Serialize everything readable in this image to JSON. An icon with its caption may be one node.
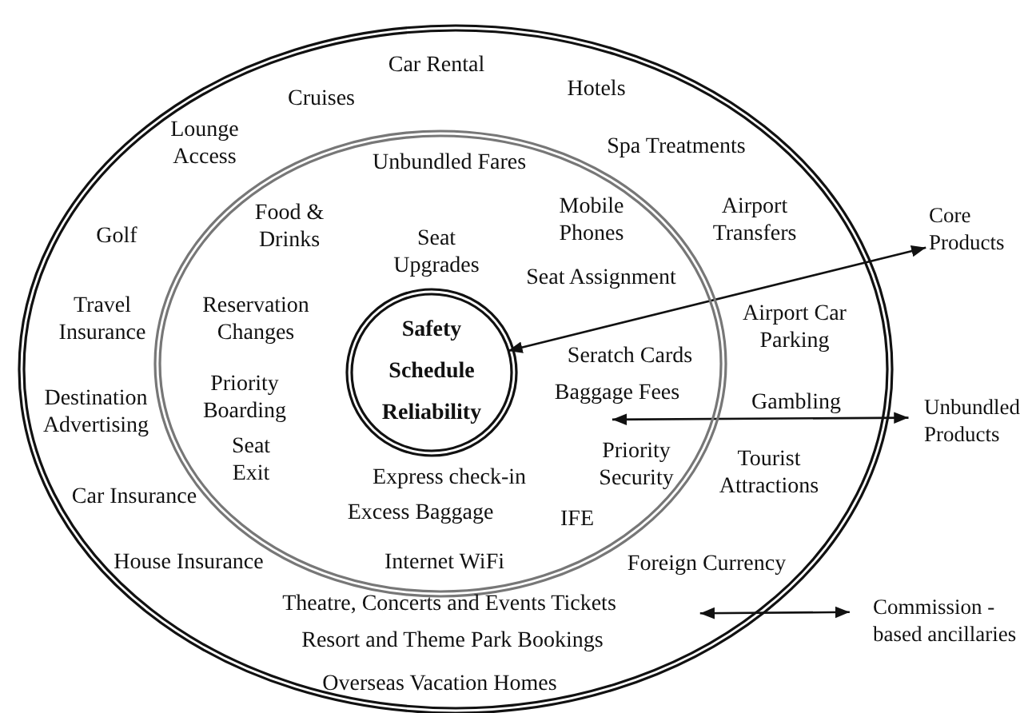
{
  "diagram": {
    "nodes": [
      {
        "text": [],
        "shape": "ellipse"
      },
      {
        "text": [],
        "shape": "ellipse",
        "in": 0
      },
      {
        "text": [
          "Safety",
          "Schedule",
          "Reliability"
        ],
        "in": 1
      },
      {
        "text": [
          "Core Products"
        ]
      },
      {
        "text": [
          "Unbundled Products"
        ]
      },
      {
        "text": [
          "Commission - based ancillaries"
        ]
      }
    ],
    "edges": [
      {
        "from": 2,
        "to": 3,
        "arrow": "both"
      },
      {
        "from": 1,
        "to": 4,
        "arrow": "both"
      },
      {
        "from": 0,
        "to": 5,
        "arrow": "both"
      }
    ],
    "labels": [
      "Car Rental",
      "Cruises",
      "Hotels",
      "Lounge Access",
      "Spa Treatments",
      "Unbundled Fares",
      "Food & Drinks",
      "Mobile Phones",
      "Airport Transfers",
      "Golf",
      "Seat Upgrades",
      "Seat Assignment",
      "Travel Insurance",
      "Reservation Changes",
      "Seratch Cards",
      "Airport Car Parking",
      "Destination Advertising",
      "Priority Boarding",
      "Baggage Fees",
      "Gambling",
      "Seat Exit",
      "Express check-in",
      "Priority Security",
      "Tourist Attractions",
      "Car Insurance",
      "Excess Baggage",
      "IFE",
      "House Insurance",
      "Internet WiFi",
      "Foreign Currency",
      "Theatre, Concerts and Events Tickets",
      "Resort and Theme Park Bookings",
      "Overseas Vacation Homes"
    ]
  }
}
